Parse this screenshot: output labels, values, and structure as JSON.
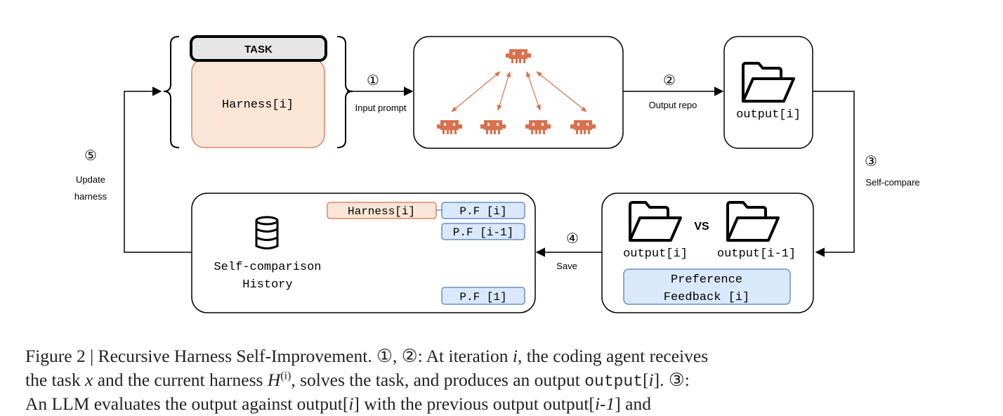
{
  "colors": {
    "stroke": "#000000",
    "robot": "#d9714e",
    "orange_fill": "#fbe5d6",
    "orange_stroke": "#d9886a",
    "blue_fill": "#dae8fc",
    "blue_stroke": "#6c8ebf",
    "task_fill": "#e6e6e6"
  },
  "icons": [
    "robot-agent-icon",
    "folder-icon",
    "database-icon",
    "bracket-icon"
  ],
  "diagram": {
    "task_label": "TASK",
    "harness_label": "Harness[i]",
    "step1_num": "①",
    "step1_label": "Input prompt",
    "step2_num": "②",
    "step2_label": "Output repo",
    "output_label": "output[i]",
    "step3_num": "③",
    "step3_label": "Self-compare",
    "compare_left_label": "output[i]",
    "compare_vs": "VS",
    "compare_right_label": "output[i-1]",
    "preference_line1": "Preference",
    "preference_line2": "Feedback [i]",
    "step4_num": "④",
    "step4_label": "Save",
    "history_line1": "Self-comparison",
    "history_line2": "History",
    "history_harness": "Harness[i]",
    "pf_i": "P.F [i]",
    "pf_i1": "P.F [i-1]",
    "pf_1": "P.F [1]",
    "step5_num": "⑤",
    "step5_line1": "Update",
    "step5_line2": "harness"
  },
  "caption": {
    "l1_a": "Figure 2 | Recursive Harness Self-Improvement. ①, ②: At iteration ",
    "l1_var": "i",
    "l1_b": ", the coding agent receives",
    "l2_a": "the task ",
    "l2_x": "x",
    "l2_b": " and the current harness ",
    "l2_H": "H",
    "l2_sup": "(i)",
    "l2_c": ", solves the task, and produces an output ",
    "l2_code": "output",
    "l2_d": "[",
    "l2_var": "i",
    "l2_e": "]. ③:",
    "l3_a": "An LLM evaluates the output against output[",
    "l3_var": "i",
    "l3_b": "] with the previous output output[",
    "l3_c": "i-1",
    "l3_d": "] and"
  }
}
